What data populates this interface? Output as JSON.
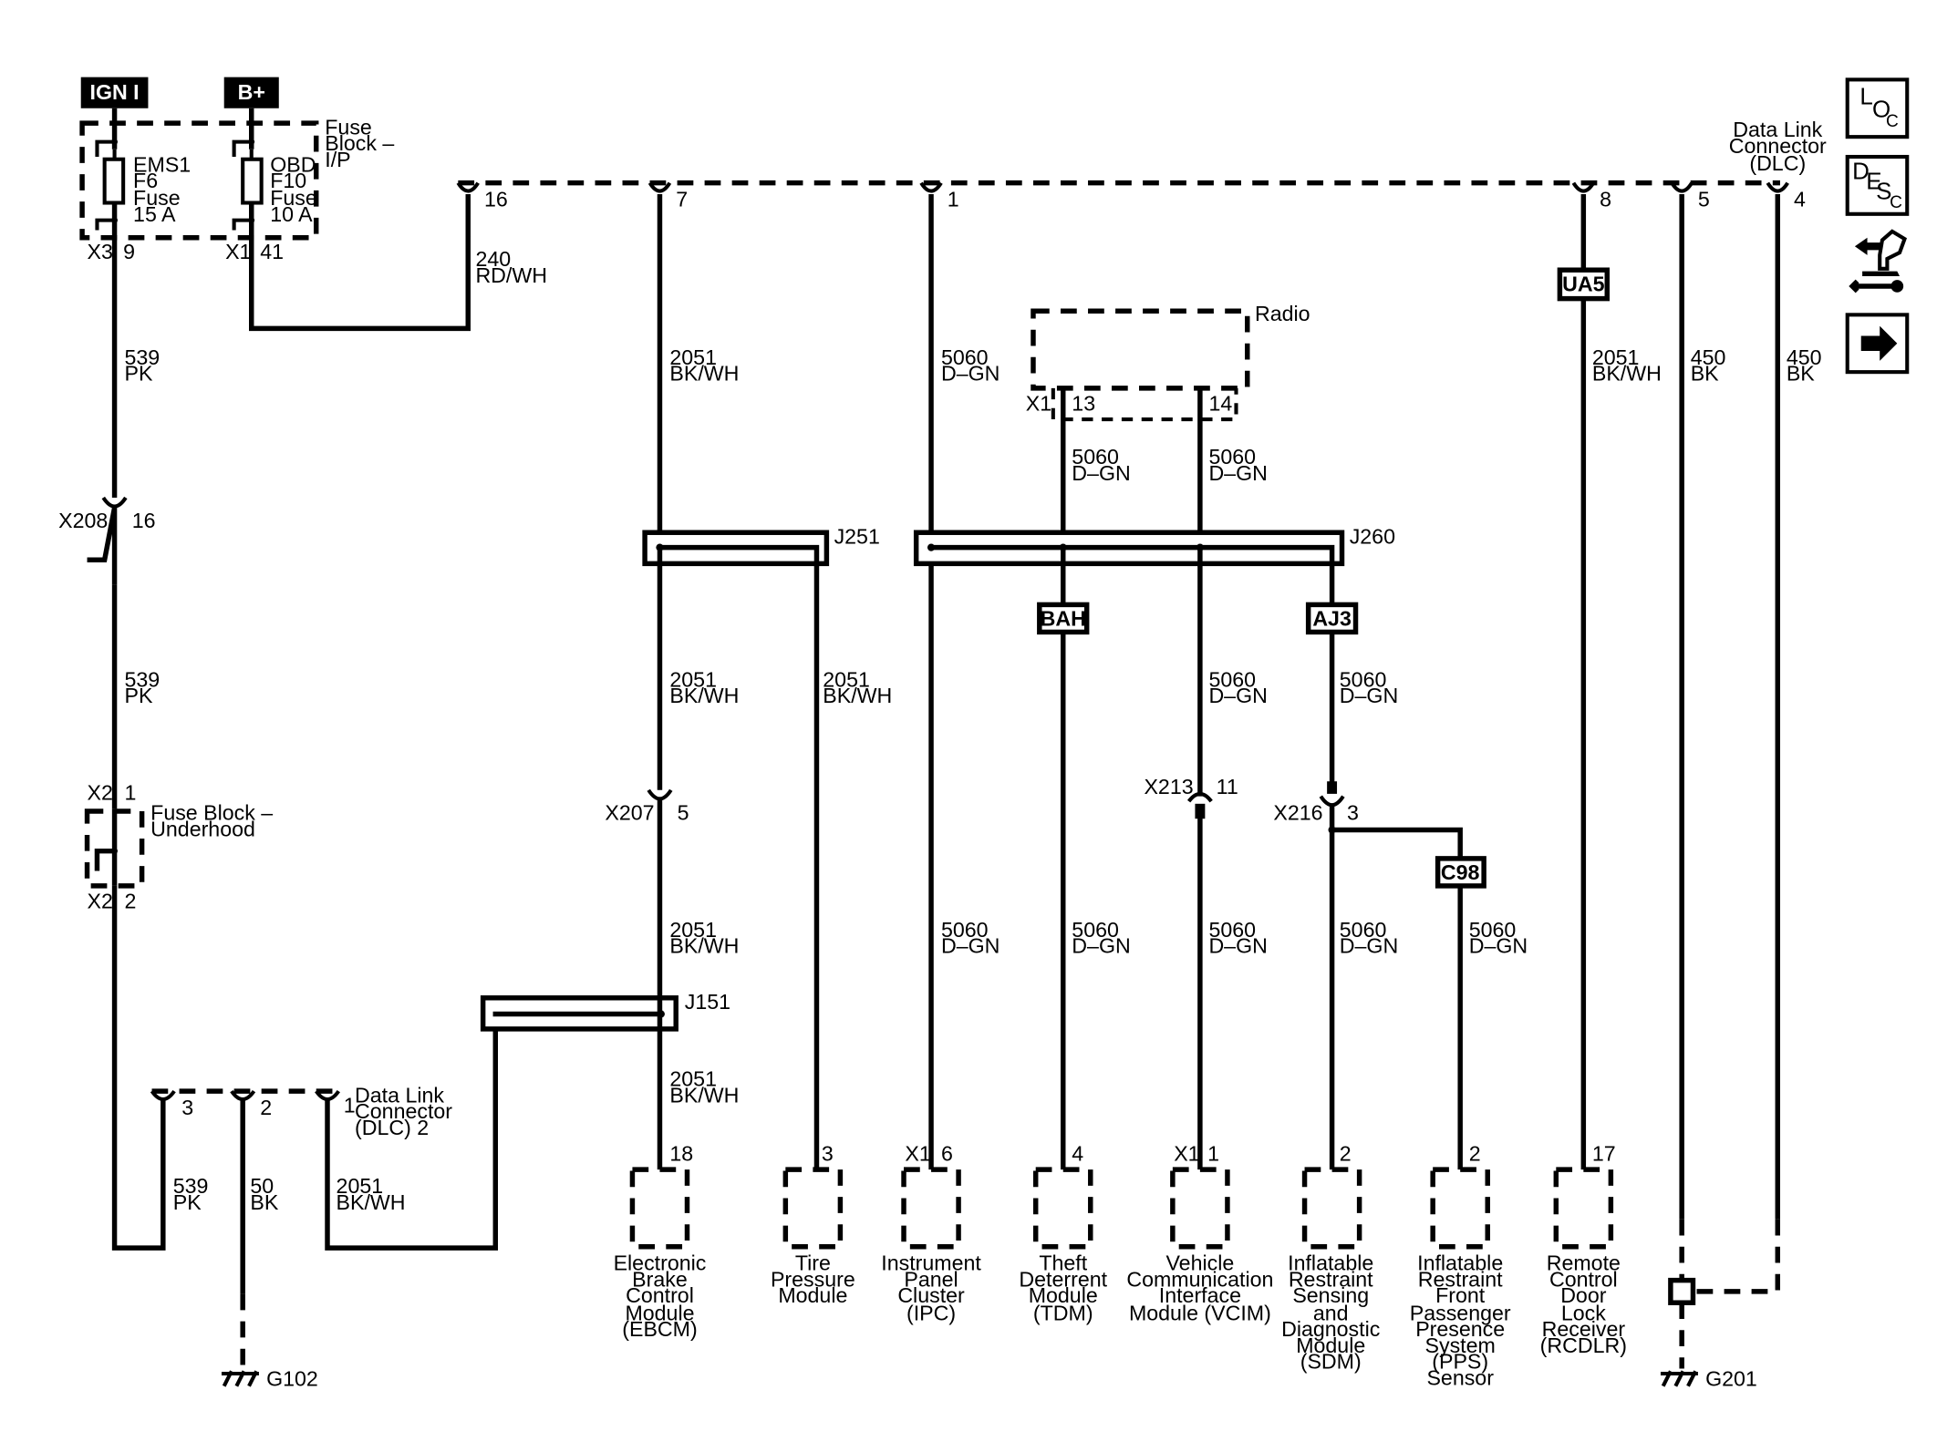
{
  "power": {
    "ign": "IGN I",
    "bplus": "B+"
  },
  "fuse_block_ip": {
    "label": [
      "Fuse",
      "Block –",
      "I/P"
    ],
    "fuse1": [
      "EMS1",
      "F6",
      "Fuse",
      "15 A"
    ],
    "fuse2": [
      "OBD",
      "F10",
      "Fuse",
      "10 A"
    ],
    "conn1": "X3",
    "pin1": "9",
    "conn2": "X1",
    "pin2": "41"
  },
  "dlc": {
    "label": [
      "Data Link",
      "Connector",
      "(DLC)"
    ],
    "pins": [
      "16",
      "7",
      "1",
      "8",
      "5",
      "4"
    ]
  },
  "wires": {
    "w240": [
      "240",
      "RD/WH"
    ],
    "w539": [
      "539",
      "PK"
    ],
    "w2051": [
      "2051",
      "BK/WH"
    ],
    "w5060": [
      "5060",
      "D–GN"
    ],
    "w450": [
      "450",
      "BK"
    ],
    "w50": [
      "50",
      "BK"
    ]
  },
  "radio": {
    "label": "Radio",
    "conn": "X1",
    "pin_a": "13",
    "pin_b": "14"
  },
  "splices": {
    "j251": "J251",
    "j260": "J260",
    "j151": "J151"
  },
  "options": {
    "ua5": "UA5",
    "bah": "BAH",
    "aj3": "AJ3",
    "c98": "C98"
  },
  "inline_connectors": {
    "x208": "X208",
    "x208_pin": "16",
    "x207": "X207",
    "x207_pin": "5",
    "x213": "X213",
    "x213_pin": "11",
    "x216": "X216",
    "x216_pin": "3"
  },
  "fuse_block_underhood": {
    "label": [
      "Fuse Block –",
      "Underhood"
    ],
    "conn_top": "X2",
    "pin_top": "1",
    "conn_bot": "X2",
    "pin_bot": "2"
  },
  "dlc2": {
    "label": [
      "Data Link",
      "Connector",
      "(DLC) 2"
    ],
    "pins": [
      "3",
      "2",
      "1"
    ]
  },
  "modules": [
    {
      "conn": "",
      "pin": "18",
      "name": [
        "Electronic",
        "Brake",
        "Control",
        "Module",
        "(EBCM)"
      ]
    },
    {
      "conn": "",
      "pin": "3",
      "name": [
        "Tire",
        "Pressure",
        "Module"
      ]
    },
    {
      "conn": "X1",
      "pin": "6",
      "name": [
        "Instrument",
        "Panel",
        "Cluster",
        "(IPC)"
      ]
    },
    {
      "conn": "",
      "pin": "4",
      "name": [
        "Theft",
        "Deterrent",
        "Module",
        "(TDM)"
      ]
    },
    {
      "conn": "X1",
      "pin": "1",
      "name": [
        "Vehicle",
        "Communication",
        "Interface",
        "Module (VCIM)"
      ]
    },
    {
      "conn": "",
      "pin": "2",
      "name": [
        "Inflatable",
        "Restraint",
        "Sensing",
        "and",
        "Diagnostic",
        "Module",
        "(SDM)"
      ]
    },
    {
      "conn": "",
      "pin": "2",
      "name": [
        "Inflatable",
        "Restraint",
        "Front",
        "Passenger",
        "Presence",
        "System",
        "(PPS)",
        "Sensor"
      ]
    },
    {
      "conn": "",
      "pin": "17",
      "name": [
        "Remote",
        "Control",
        "Door",
        "Lock",
        "Receiver",
        "(RCDLR)"
      ]
    }
  ],
  "grounds": {
    "g102": "G102",
    "g201": "G201"
  },
  "side_icons": [
    {
      "name": "loc-icon",
      "text": [
        "L",
        "O",
        "C"
      ]
    },
    {
      "name": "desc-icon",
      "text": [
        "D",
        "E",
        "S",
        "C"
      ]
    },
    {
      "name": "connector-tool-icon"
    },
    {
      "name": "next-arrow-icon"
    }
  ]
}
